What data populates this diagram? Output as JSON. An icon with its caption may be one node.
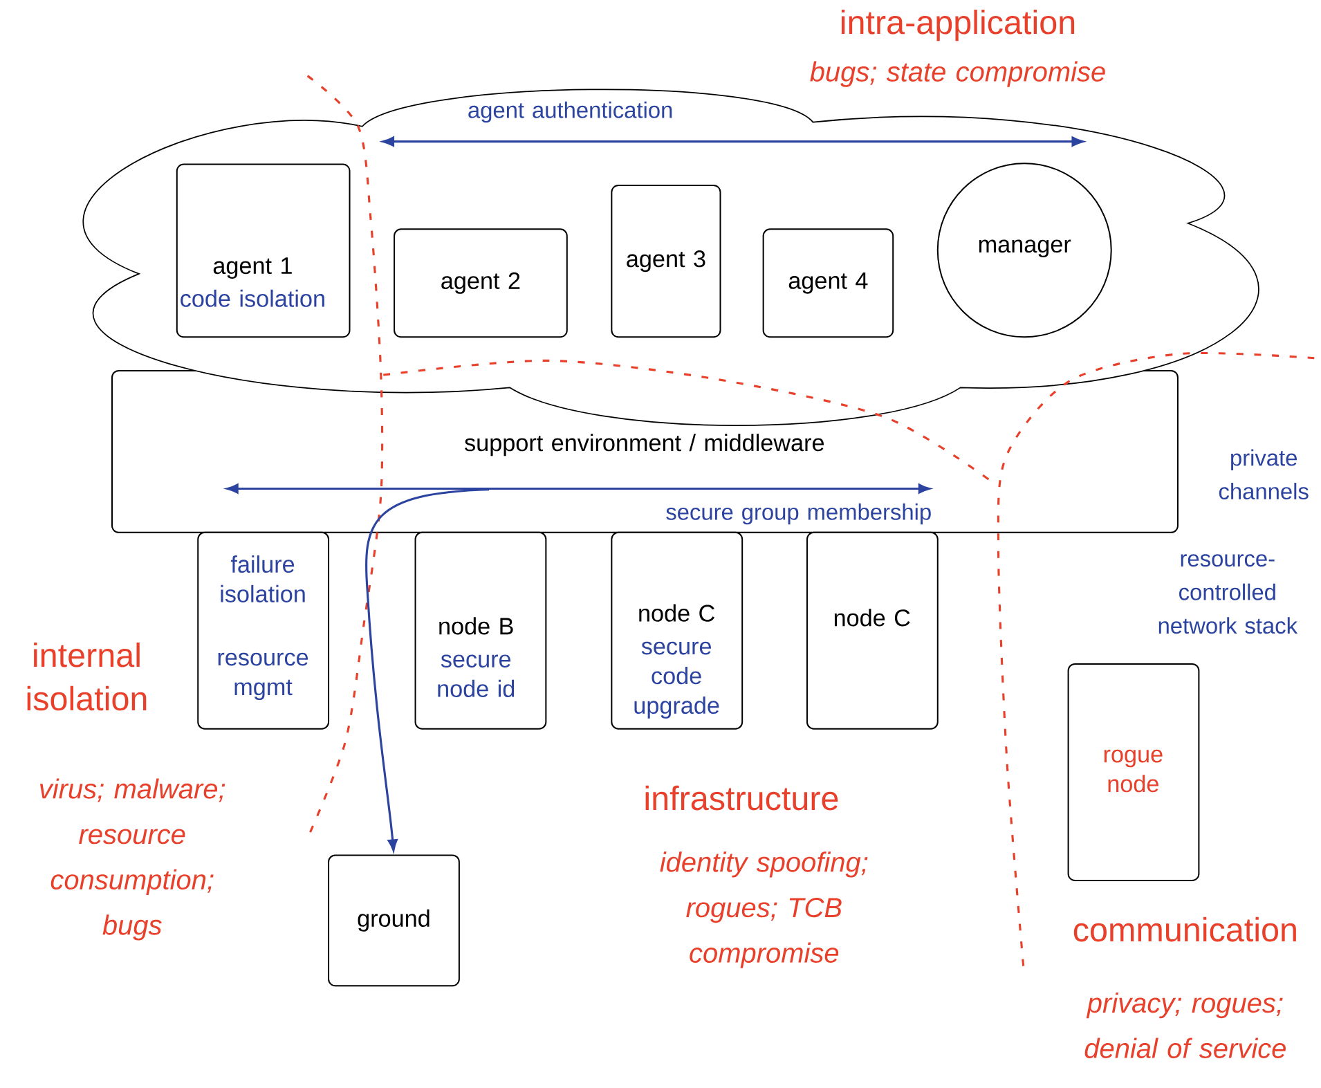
{
  "diagram": {
    "nodes": [
      {
        "text": [],
        "shape": "cloud"
      },
      {
        "text": [
          "agent 1",
          "code isolation"
        ],
        "in": 0
      },
      {
        "text": [
          "agent 2"
        ],
        "in": 0
      },
      {
        "text": [
          "agent 3"
        ],
        "in": 0
      },
      {
        "text": [
          "agent 4"
        ],
        "in": 0
      },
      {
        "text": [
          "manager"
        ],
        "in": 0
      },
      {
        "text": [
          "support environment / middleware"
        ]
      },
      {
        "text": [
          "failure isolation",
          "resource mgmt"
        ]
      },
      {
        "text": [
          "node B",
          "secure node id"
        ]
      },
      {
        "text": [
          "node C",
          "secure code upgrade"
        ]
      },
      {
        "text": [
          "node C"
        ]
      },
      {
        "text": [
          "rogue node"
        ]
      },
      {
        "text": [
          "ground"
        ]
      }
    ],
    "edges": [
      {
        "from": 6,
        "to": 12,
        "arrow": "to"
      }
    ],
    "labels": [
      "intra-application",
      "bugs; state compromise",
      "agent authentication",
      "secure group membership",
      "private channels",
      "resource-controlled network stack",
      "internal isolation",
      "virus; malware; resource consumption; bugs",
      "infrastructure",
      "identity spoofing; rogues; TCB compromise",
      "communication",
      "privacy; rogues; denial of service"
    ]
  }
}
